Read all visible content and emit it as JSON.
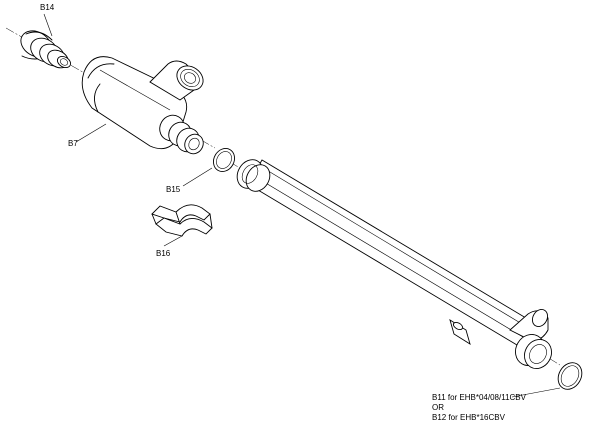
{
  "labels": {
    "b14": "B14",
    "b7": "B7",
    "b15": "B15",
    "b16": "B16",
    "b11_line1": "B11 for EHB*04/08/11CBV",
    "b11_line2": "OR",
    "b11_line3": "B12 for EHB*16CBV"
  }
}
